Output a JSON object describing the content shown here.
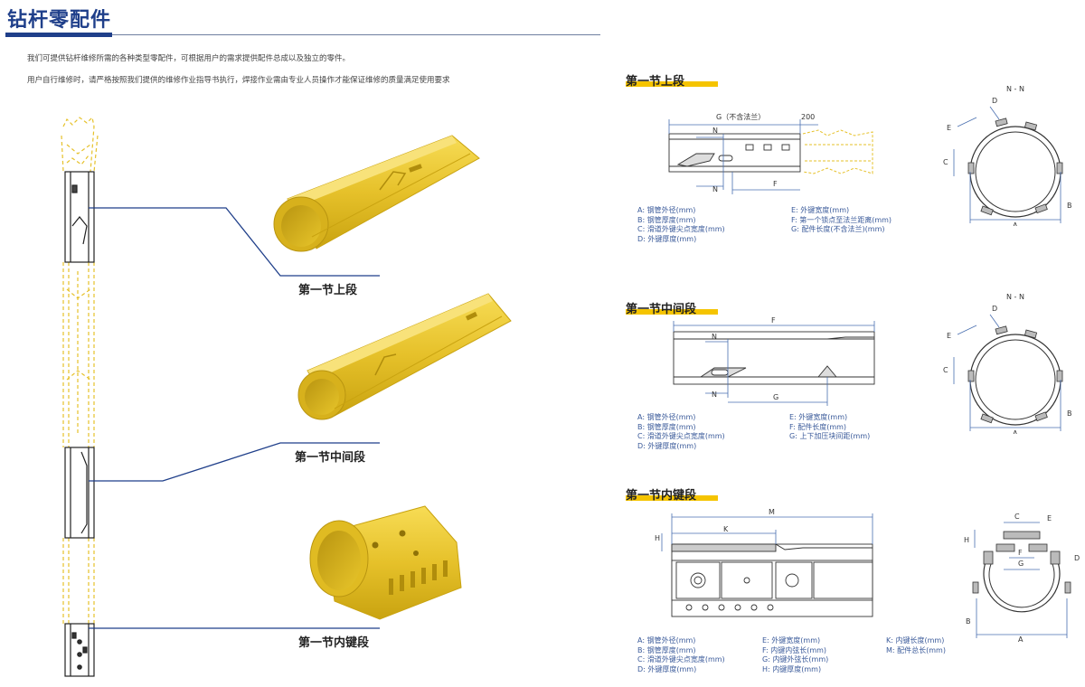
{
  "header": {
    "title": "钻杆零配件",
    "intro_line1": "我们可提供钻杆维修所需的各种类型零配件，可根据用户的需求提供配件总成以及独立的零件。",
    "intro_line2": "用户自行维修时，请严格按照我们提供的维修作业指导书执行，焊接作业需由专业人员操作才能保证维修的质量满足使用要求"
  },
  "parts": [
    {
      "label": "第一节上段"
    },
    {
      "label": "第一节中间段"
    },
    {
      "label": "第一节内键段"
    }
  ],
  "sections": [
    {
      "title": "第一节上段",
      "section_label": "N - N",
      "dims": {
        "G": "G（不含法兰）",
        "flange": "200",
        "N": "N",
        "F": "F",
        "A": "A",
        "B": "B",
        "C": "C",
        "D": "D",
        "E": "E"
      },
      "legend_left": [
        "A:   钢管外径(mm)",
        "B:   钢管厚度(mm)",
        "C:   滑道外键尖点宽度(mm)",
        "D:   外键厚度(mm)"
      ],
      "legend_right": [
        "E:   外键宽度(mm)",
        "F:   第一个锁点至法兰距离(mm)",
        "G:   配件长度(不含法兰)(mm)"
      ]
    },
    {
      "title": "第一节中间段",
      "section_label": "N - N",
      "dims": {
        "F": "F",
        "N": "N",
        "G": "G",
        "A": "A",
        "B": "B",
        "C": "C",
        "D": "D",
        "E": "E"
      },
      "legend_left": [
        "A:   钢管外径(mm)",
        "B:   钢管厚度(mm)",
        "C:   滑道外键尖点宽度(mm)",
        "D:   外键厚度(mm)"
      ],
      "legend_right": [
        "E:   外键宽度(mm)",
        "F:   配件长度(mm)",
        "G:   上下加压块间距(mm)"
      ]
    },
    {
      "title": "第一节内键段",
      "dims": {
        "M": "M",
        "K": "K",
        "H": "H",
        "A": "A",
        "B": "B",
        "C": "C",
        "D": "D",
        "E": "E",
        "F": "F",
        "G": "G"
      },
      "legend_col1": [
        "A:   钢管外径(mm)",
        "B:   钢管厚度(mm)",
        "C:   滑道外键尖点宽度(mm)",
        "D:   外键厚度(mm)"
      ],
      "legend_col2": [
        "E:   外键宽度(mm)",
        "F:   内键内弦长(mm)",
        "G:   内键外弦长(mm)",
        "H:   内键厚度(mm)"
      ],
      "legend_col3": [
        "K:   内键长度(mm)",
        "M:   配件总长(mm)"
      ]
    }
  ],
  "colors": {
    "title_blue": "#1f3f8a",
    "accent_yellow": "#f5c400",
    "part_yellow": "#e8c52a",
    "dim_blue": "#4a6fb0"
  }
}
